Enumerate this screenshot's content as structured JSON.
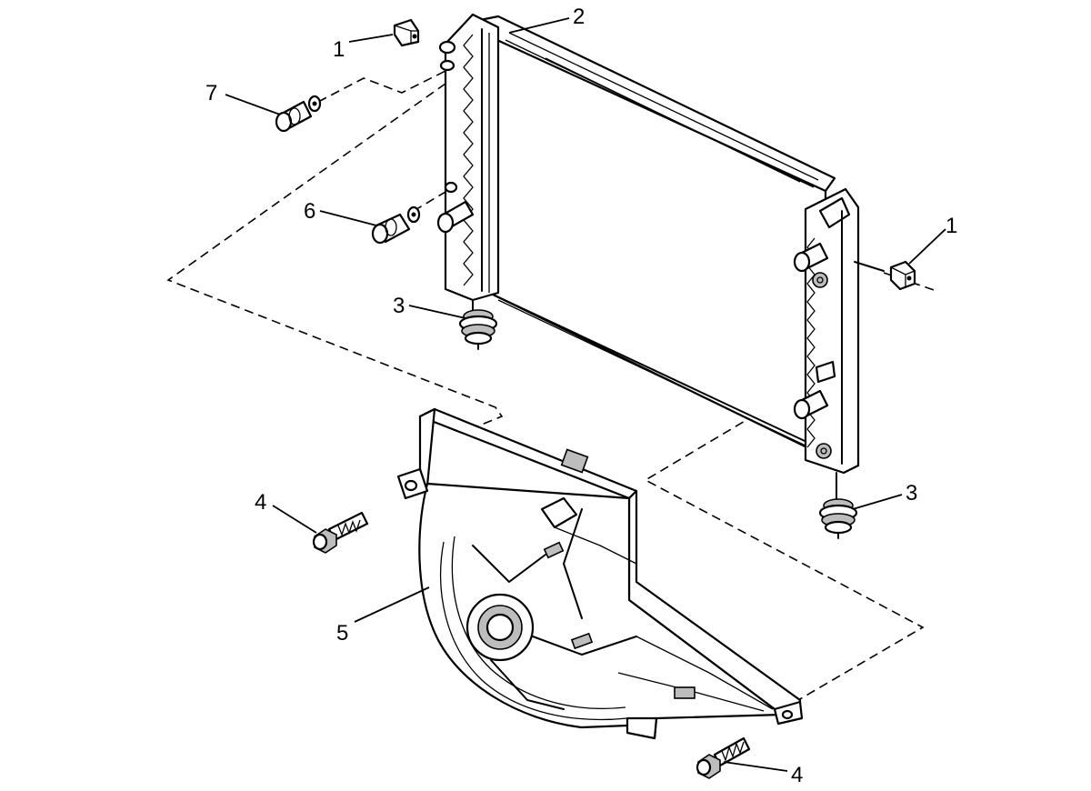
{
  "diagram": {
    "callouts": [
      {
        "id": "c1a",
        "label": "1",
        "part": "clip-top-left"
      },
      {
        "id": "c2",
        "label": "2",
        "part": "radiator"
      },
      {
        "id": "c7",
        "label": "7",
        "part": "fitting-upper"
      },
      {
        "id": "c6",
        "label": "6",
        "part": "fitting-lower"
      },
      {
        "id": "c1b",
        "label": "1",
        "part": "clip-right"
      },
      {
        "id": "c3a",
        "label": "3",
        "part": "insulator-left"
      },
      {
        "id": "c3b",
        "label": "3",
        "part": "insulator-right"
      },
      {
        "id": "c4a",
        "label": "4",
        "part": "bolt-left"
      },
      {
        "id": "c5",
        "label": "5",
        "part": "fan-shroud"
      },
      {
        "id": "c4b",
        "label": "4",
        "part": "bolt-bottom"
      }
    ]
  }
}
